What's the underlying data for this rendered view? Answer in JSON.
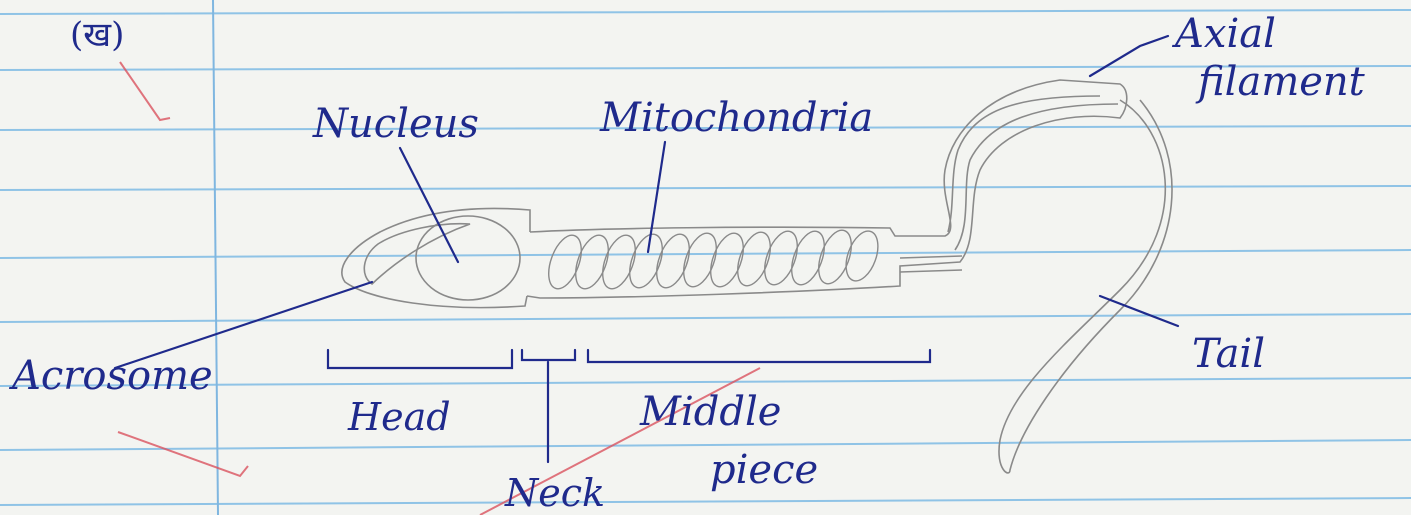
{
  "section_marker": "(ख)",
  "labels": {
    "nucleus": "Nucleus",
    "mitochondria": "Mitochondria",
    "axial_filament_line1": "Axial",
    "axial_filament_line2": "filament",
    "acrosome": "Acrosome",
    "head": "Head",
    "middle_piece_line1": "Middle",
    "middle_piece_line2": "piece",
    "neck": "Neck",
    "tail": "Tail"
  },
  "colors": {
    "paper": "#f3f4f1",
    "ruled_line": "#8fc3e6",
    "margin_line": "#7fb6e0",
    "ink_blue": "#1f2a8c",
    "pencil": "#8a8a8a",
    "red_mark": "#d9535f"
  }
}
